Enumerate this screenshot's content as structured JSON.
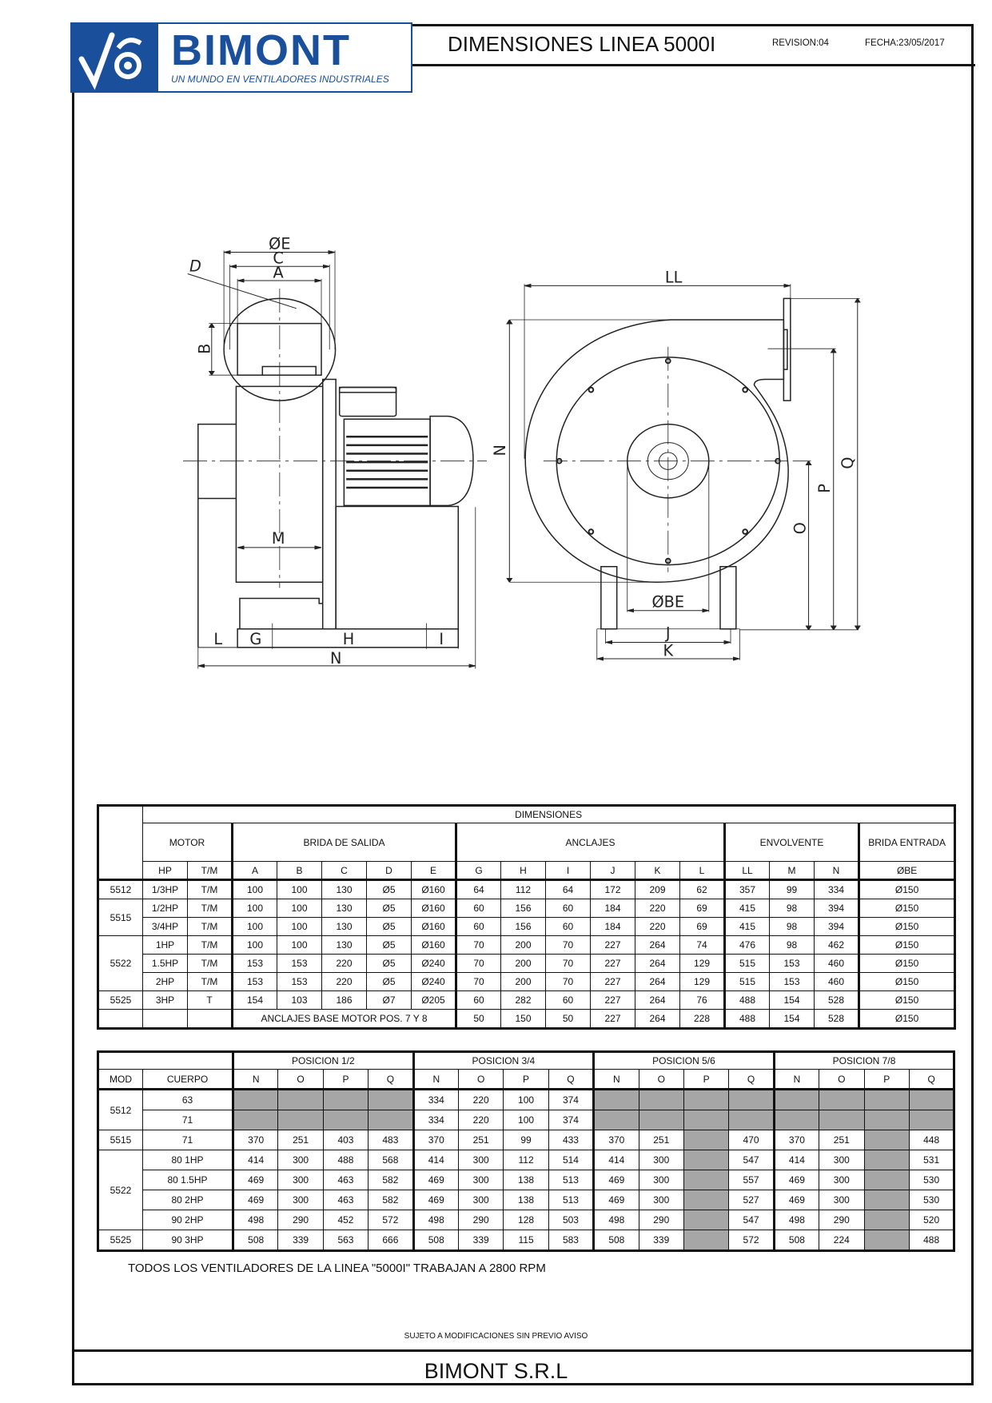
{
  "header": {
    "logo_name": "BIMONT",
    "logo_tagline": "UN MUNDO EN VENTILADORES INDUSTRIALES",
    "title": "DIMENSIONES LINEA 5000I",
    "revision": "REVISION:04",
    "date": "FECHA:23/05/2017",
    "brand_color": "#1a4f9c"
  },
  "drawing": {
    "labels": {
      "E": "ØE",
      "C": "C",
      "A": "A",
      "D": "D",
      "B": "B",
      "M": "M",
      "L": "L",
      "G": "G",
      "H": "H",
      "I": "I",
      "N_side": "N",
      "LL": "LL",
      "N_front": "N",
      "BE": "ØBE",
      "J": "J",
      "K": "K",
      "O": "O",
      "P": "P",
      "Q": "Q"
    }
  },
  "table1": {
    "title": "DIMENSIONES",
    "groups": [
      "MOTOR",
      "BRIDA DE SALIDA",
      "ANCLAJES",
      "ENVOLVENTE",
      "BRIDA ENTRADA"
    ],
    "columns": [
      "HP",
      "T/M",
      "A",
      "B",
      "C",
      "D",
      "E",
      "G",
      "H",
      "I",
      "J",
      "K",
      "L",
      "LL",
      "M",
      "N",
      "ØBE"
    ],
    "rows": [
      {
        "model": "5512",
        "span": 1,
        "cells": [
          "1/3HP",
          "T/M",
          "100",
          "100",
          "130",
          "Ø5",
          "Ø160",
          "64",
          "112",
          "64",
          "172",
          "209",
          "62",
          "357",
          "99",
          "334",
          "Ø150"
        ]
      },
      {
        "model": "5515",
        "span": 2,
        "cells": [
          "1/2HP",
          "T/M",
          "100",
          "100",
          "130",
          "Ø5",
          "Ø160",
          "60",
          "156",
          "60",
          "184",
          "220",
          "69",
          "415",
          "98",
          "394",
          "Ø150"
        ]
      },
      {
        "model": null,
        "cells": [
          "3/4HP",
          "T/M",
          "100",
          "100",
          "130",
          "Ø5",
          "Ø160",
          "60",
          "156",
          "60",
          "184",
          "220",
          "69",
          "415",
          "98",
          "394",
          "Ø150"
        ]
      },
      {
        "model": "5522",
        "span": 3,
        "cells": [
          "1HP",
          "T/M",
          "100",
          "100",
          "130",
          "Ø5",
          "Ø160",
          "70",
          "200",
          "70",
          "227",
          "264",
          "74",
          "476",
          "98",
          "462",
          "Ø150"
        ]
      },
      {
        "model": null,
        "cells": [
          "1.5HP",
          "T/M",
          "153",
          "153",
          "220",
          "Ø5",
          "Ø240",
          "70",
          "200",
          "70",
          "227",
          "264",
          "129",
          "515",
          "153",
          "460",
          "Ø150"
        ]
      },
      {
        "model": null,
        "cells": [
          "2HP",
          "T/M",
          "153",
          "153",
          "220",
          "Ø5",
          "Ø240",
          "70",
          "200",
          "70",
          "227",
          "264",
          "129",
          "515",
          "153",
          "460",
          "Ø150"
        ]
      },
      {
        "model": "5525",
        "span": 1,
        "cells": [
          "3HP",
          "T",
          "154",
          "103",
          "186",
          "Ø7",
          "Ø205",
          "60",
          "282",
          "60",
          "227",
          "264",
          "76",
          "488",
          "154",
          "528",
          "Ø150"
        ]
      }
    ],
    "base_row": {
      "label": "ANCLAJES BASE MOTOR POS. 7 Y 8",
      "cells": [
        "50",
        "150",
        "50",
        "227",
        "264",
        "228",
        "488",
        "154",
        "528",
        "Ø150"
      ]
    }
  },
  "table2": {
    "groups": [
      "POSICION 1/2",
      "POSICION 3/4",
      "POSICION 5/6",
      "POSICION 7/8"
    ],
    "col_mod": "MOD",
    "col_cuerpo": "CUERPO",
    "sub": [
      "N",
      "O",
      "P",
      "Q"
    ],
    "rows": [
      {
        "model": "5512",
        "span": 2,
        "cuerpo": "63",
        "cells": [
          null,
          null,
          null,
          null,
          "334",
          "220",
          "100",
          "374",
          null,
          null,
          null,
          null,
          null,
          null,
          null,
          null
        ]
      },
      {
        "model": null,
        "cuerpo": "71",
        "cells": [
          null,
          null,
          null,
          null,
          "334",
          "220",
          "100",
          "374",
          null,
          null,
          null,
          null,
          null,
          null,
          null,
          null
        ]
      },
      {
        "model": "5515",
        "span": 1,
        "cuerpo": "71",
        "cells": [
          "370",
          "251",
          "403",
          "483",
          "370",
          "251",
          "99",
          "433",
          "370",
          "251",
          null,
          "470",
          "370",
          "251",
          null,
          "448"
        ]
      },
      {
        "model": "5522",
        "span": 4,
        "cuerpo": "80 1HP",
        "cells": [
          "414",
          "300",
          "488",
          "568",
          "414",
          "300",
          "112",
          "514",
          "414",
          "300",
          null,
          "547",
          "414",
          "300",
          null,
          "531"
        ]
      },
      {
        "model": null,
        "cuerpo": "80 1.5HP",
        "cells": [
          "469",
          "300",
          "463",
          "582",
          "469",
          "300",
          "138",
          "513",
          "469",
          "300",
          null,
          "557",
          "469",
          "300",
          null,
          "530"
        ]
      },
      {
        "model": null,
        "cuerpo": "80 2HP",
        "cells": [
          "469",
          "300",
          "463",
          "582",
          "469",
          "300",
          "138",
          "513",
          "469",
          "300",
          null,
          "527",
          "469",
          "300",
          null,
          "530"
        ]
      },
      {
        "model": null,
        "cuerpo": "90 2HP",
        "cells": [
          "498",
          "290",
          "452",
          "572",
          "498",
          "290",
          "128",
          "503",
          "498",
          "290",
          null,
          "547",
          "498",
          "290",
          null,
          "520"
        ]
      },
      {
        "model": "5525",
        "span": 1,
        "cuerpo": "90 3HP",
        "cells": [
          "508",
          "339",
          "563",
          "666",
          "508",
          "339",
          "115",
          "583",
          "508",
          "339",
          null,
          "572",
          "508",
          "224",
          null,
          "488"
        ]
      }
    ]
  },
  "note": "TODOS LOS VENTILADORES DE LA LINEA \"5000I\" TRABAJAN A 2800 RPM",
  "disclaimer": "SUJETO A MODIFICACIONES SIN PREVIO AVISO",
  "footer": "BIMONT S.R.L"
}
